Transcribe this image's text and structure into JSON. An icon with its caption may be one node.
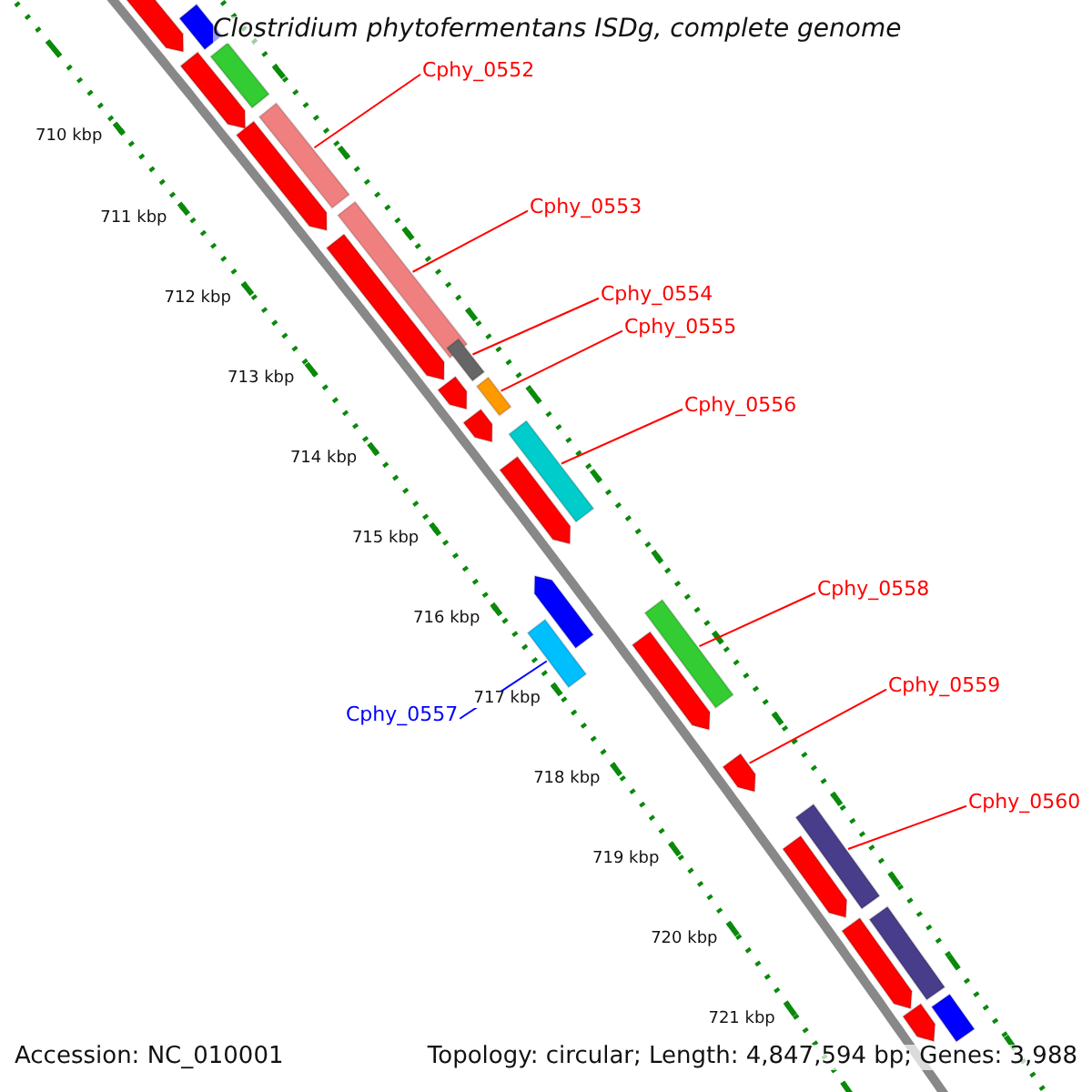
{
  "diagram": {
    "title": "Clostridium phytofermentans ISDg, complete genome",
    "nodes": [
      {
        "text": [
          "Cphy_0552"
        ]
      },
      {
        "text": [
          "Cphy_0553"
        ]
      },
      {
        "text": [
          "Cphy_0554"
        ]
      },
      {
        "text": [
          "Cphy_0555"
        ]
      },
      {
        "text": [
          "Cphy_0556"
        ]
      },
      {
        "text": [
          "Cphy_0557"
        ]
      },
      {
        "text": [
          "Cphy_0558"
        ]
      },
      {
        "text": [
          "Cphy_0559"
        ]
      },
      {
        "text": [
          "Cphy_0560"
        ]
      },
      {
        "text": [],
        "shape": "bar"
      },
      {
        "text": [],
        "shape": "arrow"
      },
      {
        "text": [],
        "shape": "bar"
      },
      {
        "text": [],
        "shape": "arrow"
      },
      {
        "text": [],
        "shape": "bar"
      },
      {
        "text": [],
        "shape": "arrow"
      },
      {
        "text": [],
        "shape": "bar"
      },
      {
        "text": [],
        "shape": "arrow"
      },
      {
        "text": [],
        "shape": "bar"
      },
      {
        "text": [],
        "shape": "arrow"
      },
      {
        "text": [],
        "shape": "bar"
      },
      {
        "text": [],
        "shape": "arrow"
      },
      {
        "text": [],
        "shape": "bar"
      },
      {
        "text": [],
        "shape": "arrow"
      },
      {
        "text": [],
        "shape": "arrow"
      },
      {
        "text": [],
        "shape": "bar"
      },
      {
        "text": [],
        "shape": "bar"
      },
      {
        "text": [],
        "shape": "arrow"
      },
      {
        "text": [],
        "shape": "arrow"
      },
      {
        "text": [],
        "shape": "bar"
      },
      {
        "text": [],
        "shape": "arrow"
      },
      {
        "text": [],
        "shape": "arrow"
      },
      {
        "text": [],
        "shape": "bar"
      },
      {
        "text": [],
        "shape": "bar"
      },
      {
        "text": [],
        "shape": "arrow"
      }
    ],
    "edges": [
      {
        "from": 0,
        "to": 13,
        "arrow": "none"
      },
      {
        "from": 1,
        "to": 15,
        "arrow": "none"
      },
      {
        "from": 2,
        "to": 17,
        "arrow": "none"
      },
      {
        "from": 3,
        "to": 19,
        "arrow": "none"
      },
      {
        "from": 4,
        "to": 21,
        "arrow": "none"
      },
      {
        "from": 5,
        "to": 24,
        "arrow": "none",
        "color": "#0000ff"
      },
      {
        "from": 6,
        "to": 25,
        "arrow": "none"
      },
      {
        "from": 7,
        "to": 27,
        "arrow": "none"
      },
      {
        "from": 8,
        "to": 28,
        "arrow": "none"
      }
    ],
    "labels": [
      "710 kbp",
      "711 kbp",
      "712 kbp",
      "713 kbp",
      "714 kbp",
      "715 kbp",
      "716 kbp",
      "717 kbp",
      "718 kbp",
      "719 kbp",
      "720 kbp",
      "721 kbp",
      "Accession: NC_010001",
      "Topology: circular; Length: 4,847,594 bp; Genes: 3,988"
    ]
  }
}
